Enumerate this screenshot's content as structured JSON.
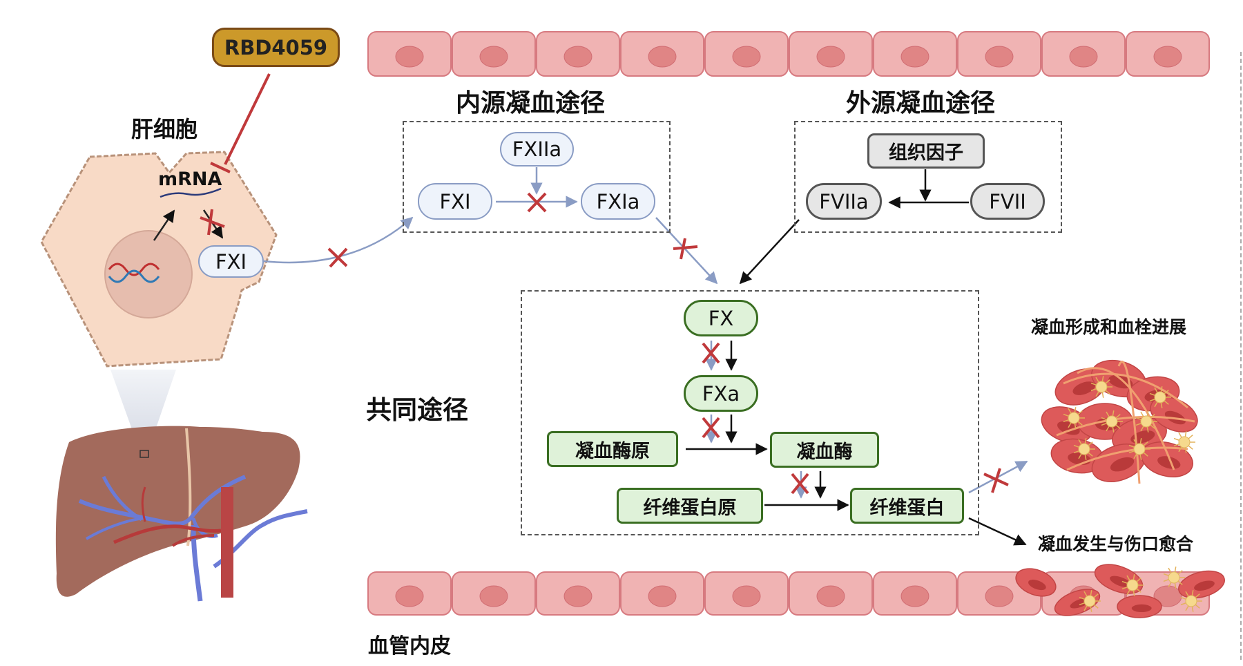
{
  "drug": {
    "label": "RBD4059",
    "color": "#cc992a"
  },
  "hepatocyte": {
    "title": "肝细胞",
    "mrna_label": "mRNA",
    "fxi_label": "FXI"
  },
  "intrinsic": {
    "title": "内源凝血途径",
    "nodes": {
      "fxiia": "FXIIa",
      "fxi": "FXI",
      "fxia": "FXIa"
    }
  },
  "extrinsic": {
    "title": "外源凝血途径",
    "nodes": {
      "tissue_factor": "组织因子",
      "fviia": "FVIIa",
      "fvii": "FVII"
    }
  },
  "common": {
    "title": "共同途径",
    "nodes": {
      "fx": "FX",
      "fxa": "FXa",
      "prothrombin": "凝血酶原",
      "thrombin": "凝血酶",
      "fibrinogen": "纤维蛋白原",
      "fibrin": "纤维蛋白"
    }
  },
  "outcomes": {
    "thrombosis": "凝血形成和血栓进展",
    "hemostasis": "凝血发生与伤口愈合"
  },
  "endothelium_label": "血管内皮",
  "colors": {
    "inhibit_red": "#c0393b",
    "blue_arrow": "#8a9cc4",
    "green_border": "#3a6e22",
    "endothelial_cell": "#f0b3b3",
    "nucleus": "#e08585"
  }
}
